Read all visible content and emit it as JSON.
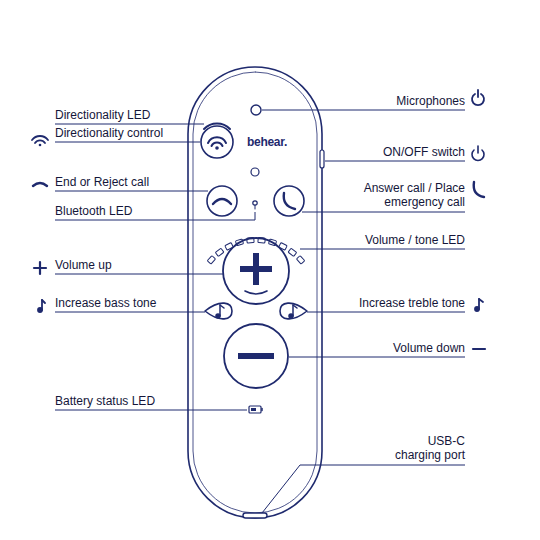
{
  "diagram": {
    "labels": [
      "Directionality LED",
      "Directionality control",
      "End or Reject call",
      "Bluetooth LED",
      "Volume up",
      "Increase bass tone",
      "Battery status LED",
      "Microphones",
      "ON/OFF switch",
      "Answer call / Place emergency call",
      "Volume / tone LED",
      "Increase treble tone",
      "Volume down",
      "USB-C charging port",
      "behear."
    ]
  }
}
